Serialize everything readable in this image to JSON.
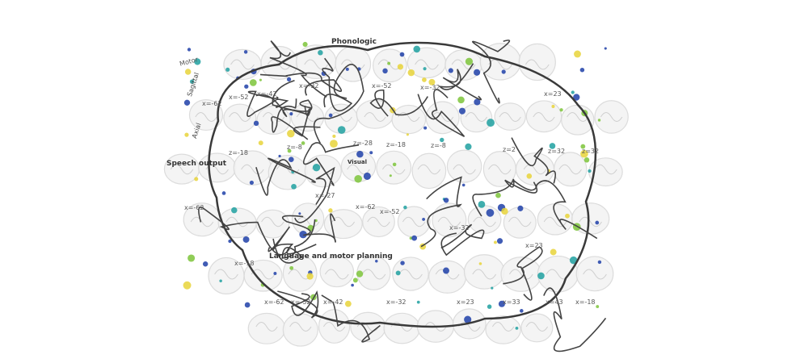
{
  "region_labels": {
    "phonologic": "Phonologic",
    "motor": "Motor",
    "sagittal": "Sagittal",
    "axial": "Axial",
    "speech_output": "Speech output",
    "visual": "Visual",
    "language_motor_planning": "Language and motor planning"
  },
  "slice_labels": [
    "x=-62",
    "x=-52",
    "x=-42",
    "x=-32",
    "x=-52",
    "x=-32",
    "x=23",
    "z=-18",
    "z=-8",
    "z=-28",
    "z=-18",
    "z=-8",
    "z=2",
    "z=32",
    "z=32",
    "x=-62",
    "x=-27",
    "x=-62",
    "x=-52",
    "x=-32",
    "x=-18",
    "x=-62",
    "x=-52",
    "x=-42",
    "x=-32",
    "x=23",
    "x=33",
    "x=43",
    "x=23",
    "x=-18"
  ],
  "colors": {
    "outline": "#3a3a3a",
    "slice_gray": "#d9d9d9",
    "activation_blue": "#1f3fa8",
    "activation_teal": "#1fa0a0",
    "activation_green": "#7cc43a",
    "activation_yellow": "#e8d43a"
  }
}
